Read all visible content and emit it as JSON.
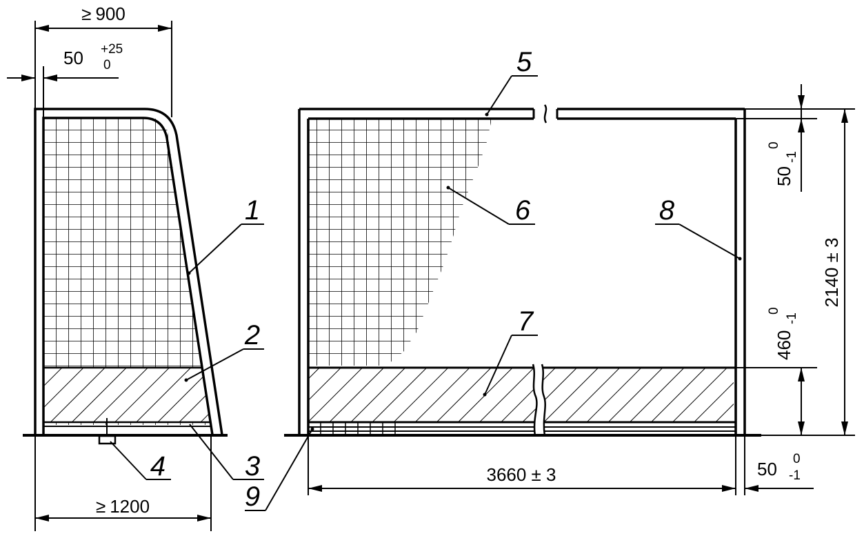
{
  "callouts": {
    "c1": "1",
    "c2": "2",
    "c3": "3",
    "c4": "4",
    "c5": "5",
    "c6": "6",
    "c7": "7",
    "c8": "8",
    "c9": "9"
  },
  "dimensions": {
    "top_depth": {
      "prefix": "≥",
      "value": "900"
    },
    "post_width_side": {
      "value": "50",
      "upper_tol": "+25",
      "lower_tol": "0"
    },
    "bottom_depth": {
      "prefix": "≥",
      "value": "1200"
    },
    "goal_width": "3660 ± 3",
    "goal_height": "2140 ± 3",
    "crossbar_height": {
      "value": "50",
      "upper_tol": "0",
      "lower_tol": "-1"
    },
    "board_height": {
      "value": "460",
      "upper_tol": "0",
      "lower_tol": "-1"
    },
    "post_width_front": {
      "value": "50",
      "upper_tol": "0",
      "lower_tol": "-1"
    }
  }
}
